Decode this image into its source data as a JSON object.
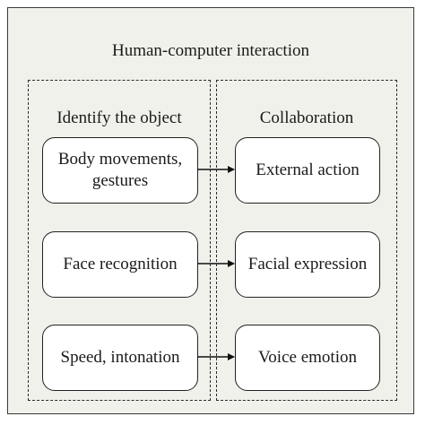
{
  "diagram": {
    "title": "Human-computer interaction",
    "left_group": {
      "title": "Identify the object",
      "nodes": [
        "Body movements,\ngestures",
        "Face recognition",
        "Speed, intonation"
      ]
    },
    "right_group": {
      "title": "Collaboration",
      "nodes": [
        "External action",
        "Facial expression",
        "Voice emotion"
      ]
    },
    "colors": {
      "background": "#f1f1ec",
      "border": "#3a3a3a",
      "node_fill": "#ffffff"
    }
  }
}
